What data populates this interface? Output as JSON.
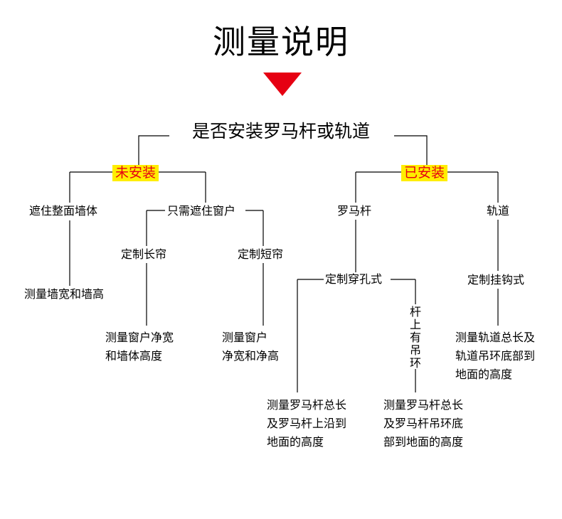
{
  "title": "测量说明",
  "colors": {
    "arrow": "#e60012",
    "badge_bg": "#ffee00",
    "badge_text": "#e60012",
    "line": "#000000"
  },
  "question": "是否安装罗马杆或轨道",
  "branches": {
    "not_installed": "未安装",
    "installed": "已安装"
  },
  "left": {
    "cover_wall": "遮住整面墙体",
    "measure_wall": "测量墙宽和墙高",
    "cover_window": "只需遮住窗户",
    "long_curtain": "定制长帘",
    "long_measure": [
      "测量窗户净宽",
      "和墙体高度"
    ],
    "short_curtain": "定制短帘",
    "short_measure": [
      "测量窗户",
      "净宽和净高"
    ]
  },
  "right": {
    "roman_rod": "罗马杆",
    "track": "轨道",
    "pierce_style": "定制穿孔式",
    "ring_label": [
      "杆",
      "上",
      "有",
      "吊",
      "环"
    ],
    "rod_measure_a": [
      "测量罗马杆总长",
      "及罗马杆上沿到",
      "地面的高度"
    ],
    "rod_measure_b": [
      "测量罗马杆总长",
      "及罗马杆吊环底",
      "部到地面的高度"
    ],
    "hook_style": "定制挂钩式",
    "track_measure": [
      "测量轨道总长及",
      "轨道吊环底部到",
      "地面的高度"
    ]
  }
}
